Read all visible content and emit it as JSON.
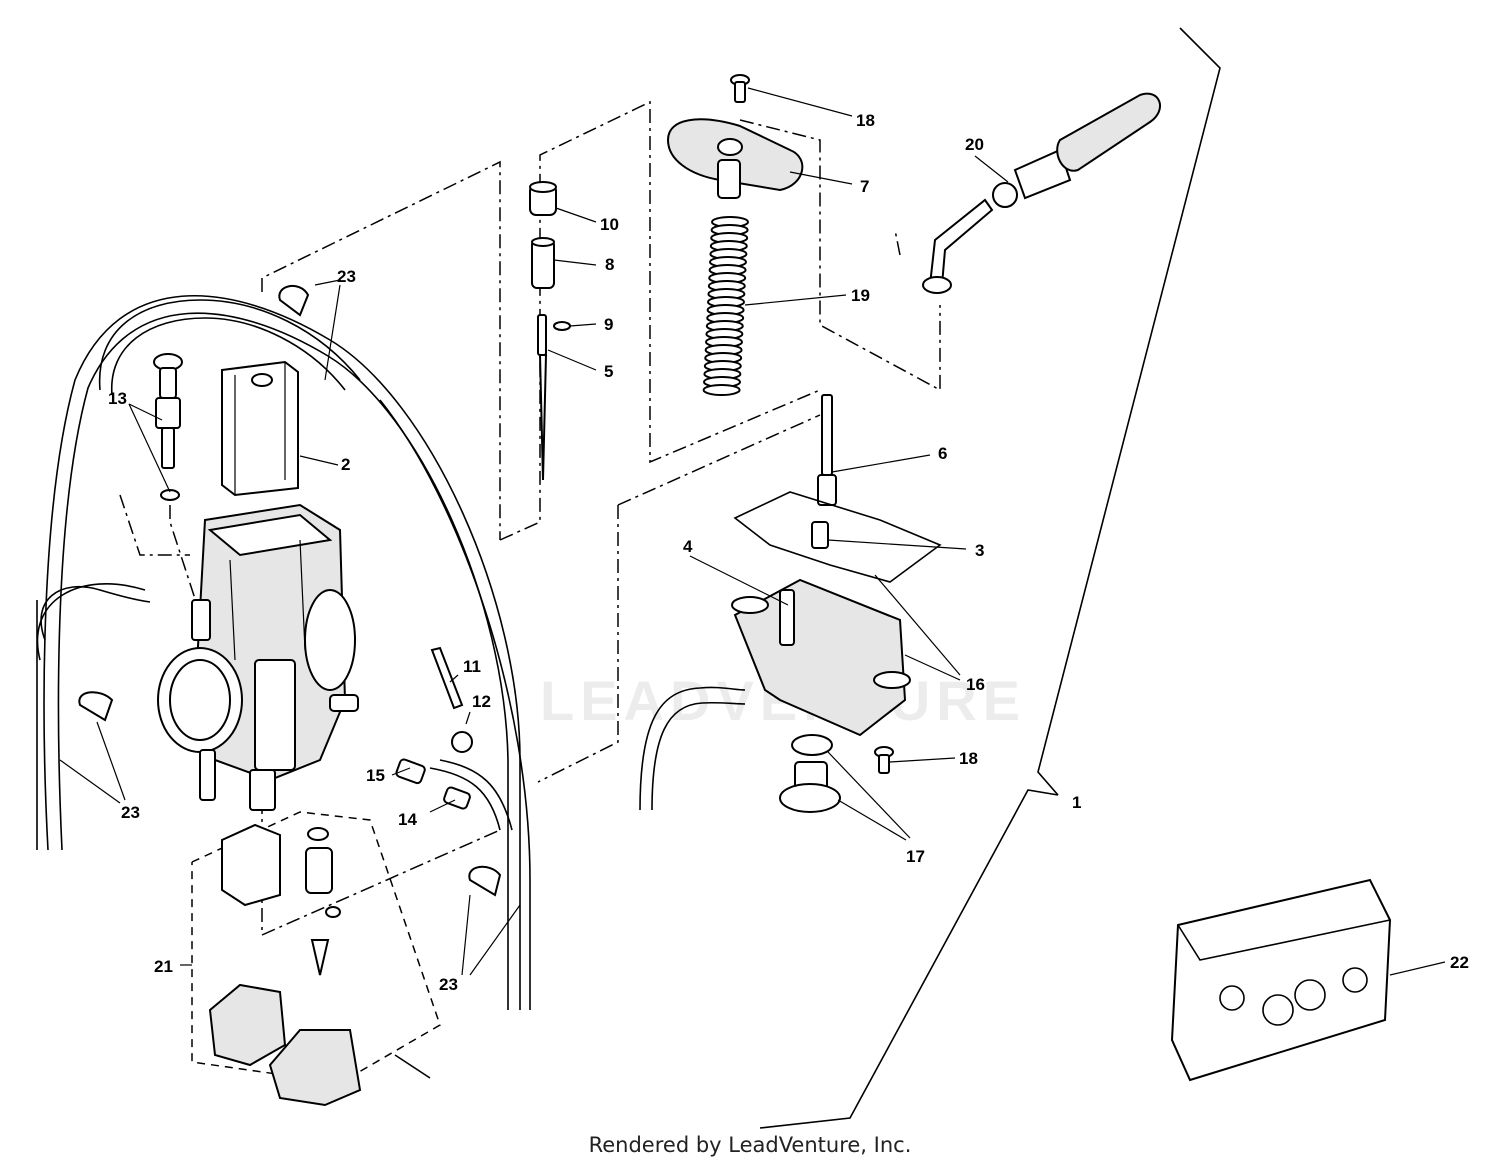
{
  "watermark": "LEADVENTURE",
  "footer": "Rendered by LeadVenture, Inc.",
  "callouts": {
    "c1": "1",
    "c2": "2",
    "c3": "3",
    "c4": "4",
    "c5": "5",
    "c6": "6",
    "c7": "7",
    "c8": "8",
    "c9": "9",
    "c10": "10",
    "c11": "11",
    "c12": "12",
    "c13": "13",
    "c14": "14",
    "c15": "15",
    "c16": "16",
    "c17": "17",
    "c18": "18",
    "c19": "19",
    "c20": "20",
    "c21": "21",
    "c22": "22",
    "c23": "23"
  }
}
